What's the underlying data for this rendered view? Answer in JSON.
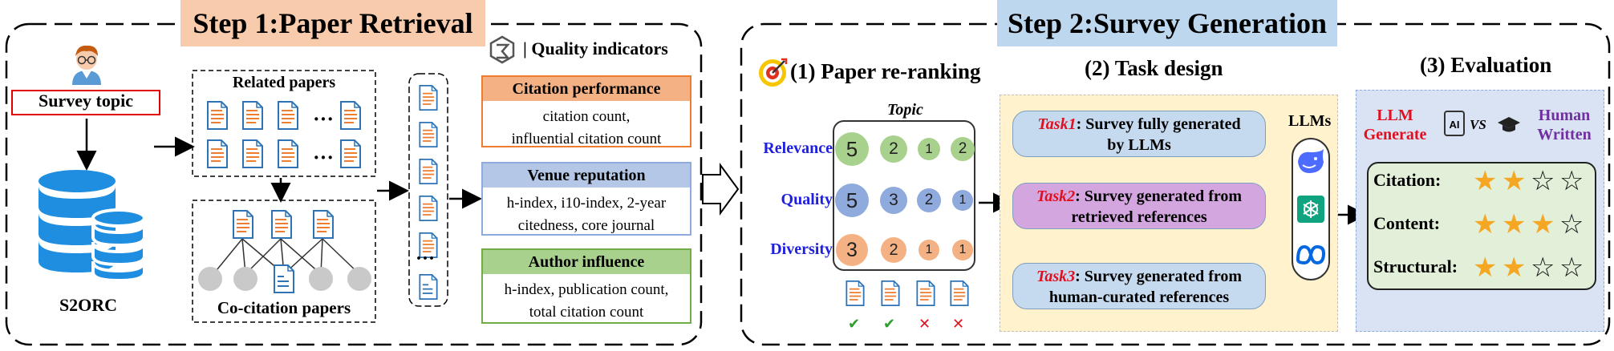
{
  "step1": {
    "title": "Step 1:Paper Retrieval",
    "survey_topic": "Survey topic",
    "s2orc": "S2ORC",
    "related_papers": "Related papers",
    "ellipsis": "···",
    "co_citation": "Co-citation papers",
    "quality_indicators": "| Quality indicators",
    "indicators": [
      {
        "title": "Citation performance",
        "line1": "citation count,",
        "line2": "influential citation count",
        "color": "#f4b183",
        "border": "#ed7d31"
      },
      {
        "title": "Venue reputation",
        "line1": "h-index, i10-index, 2-year",
        "line2": "citedness, core journal",
        "color": "#b4c7e7",
        "border": "#8faadc"
      },
      {
        "title": "Author  influence",
        "line1": "h-index, publication count,",
        "line2": "total citation count",
        "color": "#a9d18e",
        "border": "#70ad47"
      }
    ]
  },
  "step2": {
    "title": "Step 2:Survey Generation",
    "reranking": {
      "title": "(1) Paper re-ranking",
      "topic": "Topic",
      "rows": [
        {
          "label": "Relevance",
          "values": [
            "5",
            "2",
            "1",
            "2"
          ],
          "color": "#a9d18e"
        },
        {
          "label": "Quality",
          "values": [
            "5",
            "3",
            "2",
            "1"
          ],
          "color": "#8faadc"
        },
        {
          "label": "Diversity",
          "values": [
            "3",
            "2",
            "1",
            "1"
          ],
          "color": "#f4b183"
        }
      ],
      "marks": [
        "✔",
        "✔",
        "✕",
        "✕"
      ]
    },
    "task_design": {
      "title": "(2) Task design",
      "tasks": [
        {
          "name": "Task1",
          "line1": ": Survey fully generated",
          "line2": "by LLMs",
          "bg": "#c5d9ef"
        },
        {
          "name": "Task2",
          "line1": ": Survey generated from",
          "line2": "retrieved references",
          "bg": "#d4a6e0"
        },
        {
          "name": "Task3",
          "line1": ": Survey generated from",
          "line2": "human-curated  references",
          "bg": "#c5d9ef"
        }
      ],
      "llms": "LLMs"
    },
    "evaluation": {
      "title": "(3) Evaluation",
      "llm_generate_1": "LLM",
      "llm_generate_2": "Generate",
      "ai_label": "AI",
      "vs": "VS",
      "human_written_1": "Human",
      "human_written_2": "Written",
      "criteria": [
        {
          "label": "Citation:",
          "filled": 2,
          "total": 4
        },
        {
          "label": "Content:",
          "filled": 3,
          "total": 4
        },
        {
          "label": "Structural:",
          "filled": 2,
          "total": 4
        }
      ]
    }
  }
}
